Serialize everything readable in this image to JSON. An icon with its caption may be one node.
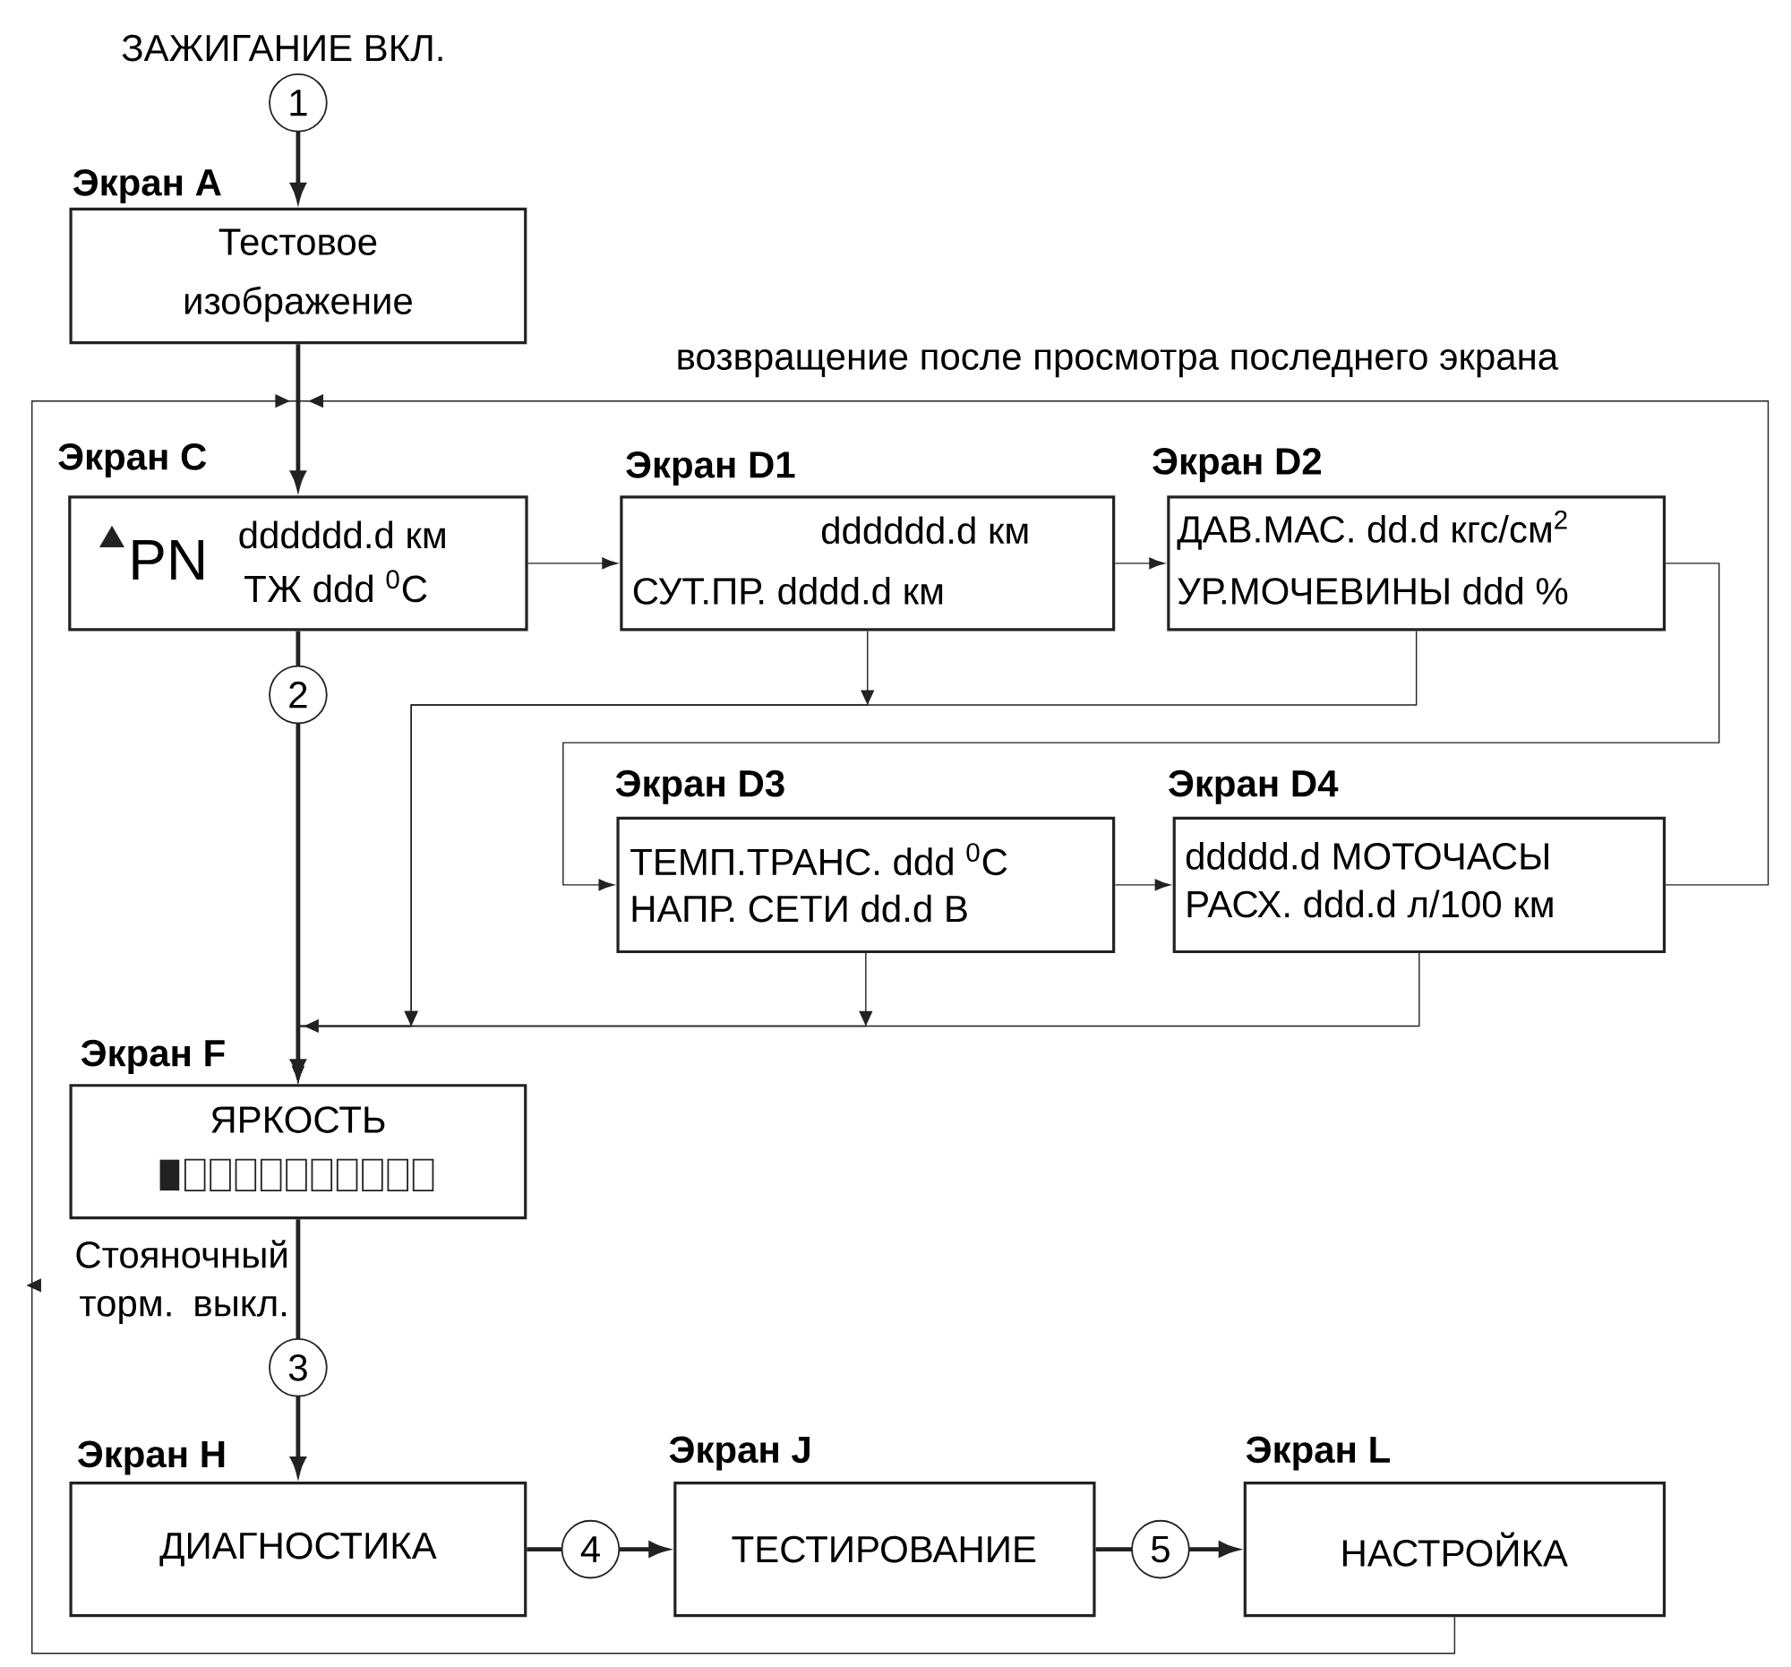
{
  "diagram": {
    "nodes": [
      {
        "text": [
          "ЗАЖИГАНИЕ ВКЛ."
        ]
      },
      {
        "text": [
          "Экран A",
          "Тестовое изображение"
        ]
      },
      {
        "text": [
          "Экран C",
          "PN",
          "dddddd.d км",
          "ТЖ ddd $^{0}$C"
        ]
      },
      {
        "text": [
          "Экран D1",
          "dddddd.d км",
          "СУТ.ПР. dddd.d км"
        ]
      },
      {
        "text": [
          "Экран D2",
          "ДАВ.МАС. dd.d кгс/см$^{2}$",
          "УР.МОЧЕВИНЫ ddd %"
        ]
      },
      {
        "text": [
          "Экран D3",
          "ТЕМП.ТРАНС. ddd $^{0}$C",
          "НАПР. СЕТИ dd.d В"
        ]
      },
      {
        "text": [
          "Экран D4",
          "ddddd.d МОТОЧАСЫ",
          "РАСХ. ddd.d л/100 км"
        ]
      },
      {
        "text": [
          "Экран F",
          "ЯРКОСТЬ"
        ]
      },
      {
        "text": [
          "Экран H",
          "ДИАГНОСТИКА"
        ]
      },
      {
        "text": [
          "Экран J",
          "ТЕСТИРОВАНИЕ"
        ]
      },
      {
        "text": [
          "Экран L",
          "НАСТРОЙКА"
        ]
      }
    ],
    "edges": [
      {
        "from": 0,
        "to": 1,
        "arrow": "to",
        "label": "1",
        "style": "thick"
      },
      {
        "from": 1,
        "to": 2,
        "arrow": "to",
        "style": "thick"
      },
      {
        "from": 2,
        "to": 3,
        "arrow": "to"
      },
      {
        "from": 3,
        "to": 4,
        "arrow": "to"
      },
      {
        "from": 4,
        "to": 5,
        "arrow": "to"
      },
      {
        "from": 5,
        "to": 6,
        "arrow": "to"
      },
      {
        "from": 6,
        "to": 2,
        "arrow": "to",
        "label": "возвращение после просмотра последнего экрана"
      },
      {
        "from": 10,
        "to": 2,
        "arrow": "to"
      },
      {
        "from": 2,
        "to": 7,
        "arrow": "to",
        "label": "2",
        "style": "thick"
      },
      {
        "from": 3,
        "to": 7,
        "arrow": "to"
      },
      {
        "from": 4,
        "to": 7,
        "arrow": "to"
      },
      {
        "from": 5,
        "to": 7,
        "arrow": "to"
      },
      {
        "from": 6,
        "to": 7,
        "arrow": "to"
      },
      {
        "from": 7,
        "to": 8,
        "arrow": "to",
        "label": "3",
        "style": "thick"
      },
      {
        "from": 8,
        "to": 9,
        "arrow": "to",
        "label": "4",
        "style": "thick"
      },
      {
        "from": 9,
        "to": 10,
        "arrow": "to",
        "label": "5",
        "style": "thick"
      }
    ],
    "labels": [
      "Стояночный торм. выкл."
    ]
  }
}
